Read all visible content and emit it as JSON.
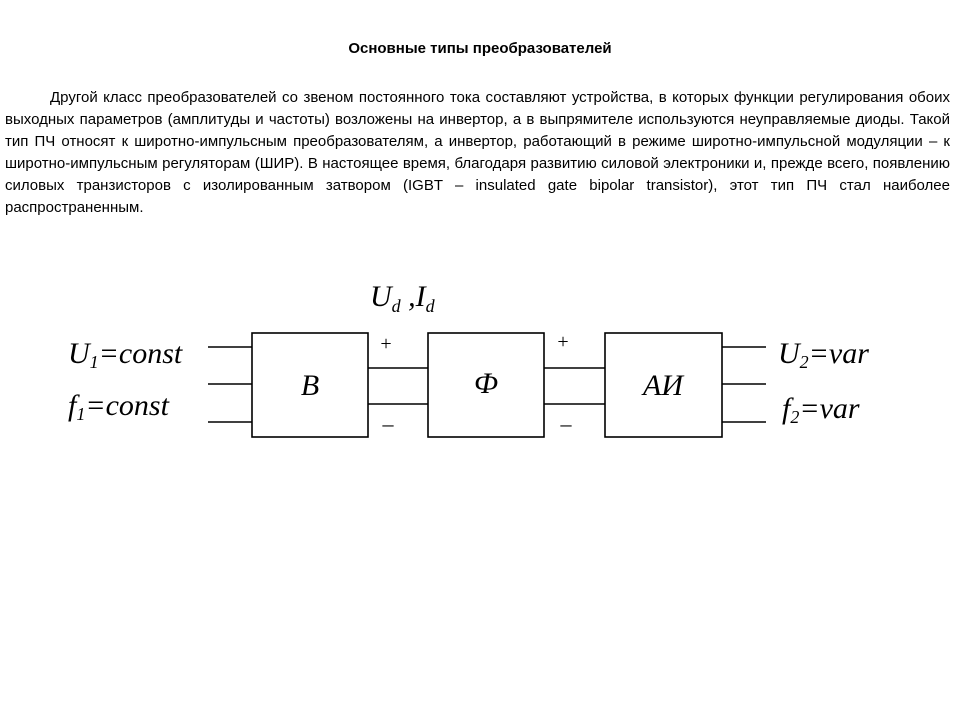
{
  "slide": {
    "title": "Основные типы преобразователей",
    "paragraph": "Другой класс преобразователей со звеном постоянного тока составляют устройства, в которых функции регулирования обоих выходных параметров (амплитуды и частоты) возложены на инвертор, а в выпрямителе используются неуправляемые диоды. Такой тип ПЧ относят к широтно-импульсным преобразователям, а инвертор, работающий в режиме широтно-импульсной модуляции – к широтно-импульсным регуляторам (ШИР). В настоящее время, благодаря развитию силовой электроники и, прежде всего, появлению силовых транзисторов с изолированным затвором (IGBT – insulated gate bipolar transistor), этот тип ПЧ стал наиболее распространенным."
  },
  "diagram": {
    "dc_link_label": {
      "u": "U",
      "u_sub": "d",
      "sep": " ,",
      "i": "I",
      "i_sub": "d"
    },
    "input": {
      "voltage": {
        "sym": "U",
        "sub": "1",
        "rest": "=const"
      },
      "frequency": {
        "sym": "f",
        "sub": "1",
        "rest": "=const"
      }
    },
    "output": {
      "voltage": {
        "sym": "U",
        "sub": "2",
        "rest": "=var"
      },
      "frequency": {
        "sym": "f",
        "sub": "2",
        "rest": "=var"
      }
    },
    "blocks": [
      "B",
      "Ф",
      "АИ"
    ],
    "plus": "+",
    "minus": "–"
  }
}
